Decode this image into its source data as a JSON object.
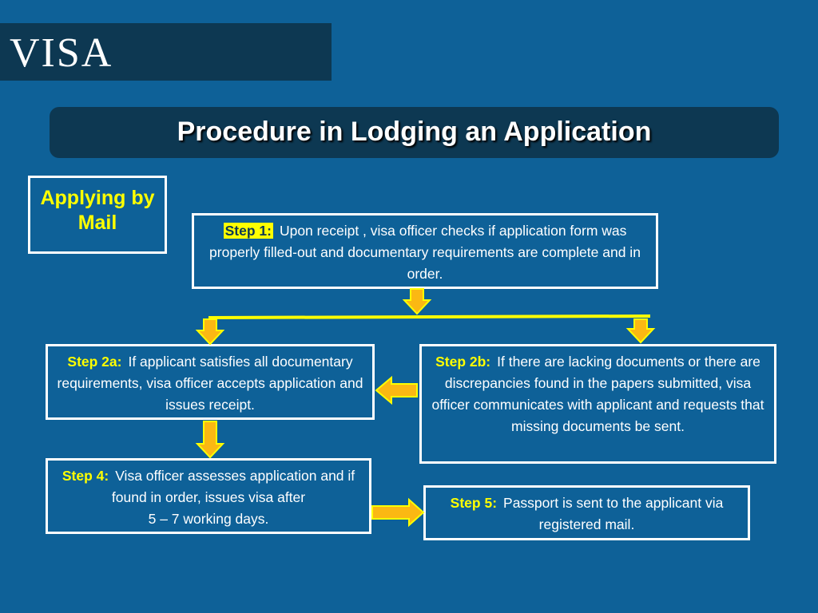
{
  "header": {
    "title": "VISA"
  },
  "subtitle": "Procedure in Lodging an Application",
  "mode_label": "Applying by Mail",
  "steps": {
    "step1": {
      "label": "Step 1:",
      "text": "Upon receipt , visa officer checks if application form was properly filled-out and documentary requirements are complete and in order."
    },
    "step2a": {
      "label": "Step 2a:",
      "text": "If applicant satisfies all documentary requirements, visa officer accepts application and issues receipt."
    },
    "step2b": {
      "label": "Step 2b:",
      "text": "If there are lacking documents or there are discrepancies found in the papers submitted, visa officer communicates with applicant and requests that missing documents be sent."
    },
    "step4": {
      "label": "Step 4:",
      "text": "Visa officer assesses application and if found in order, issues visa after",
      "text_line2": "5 – 7 working days."
    },
    "step5": {
      "label": "Step 5:",
      "text": "Passport is sent to the applicant via registered mail."
    }
  },
  "colors": {
    "background": "#0e6198",
    "title_bar": "#0d3852",
    "label": "#ffff00",
    "arrow_fill": "#fbb813",
    "connector": "#ffff00"
  }
}
